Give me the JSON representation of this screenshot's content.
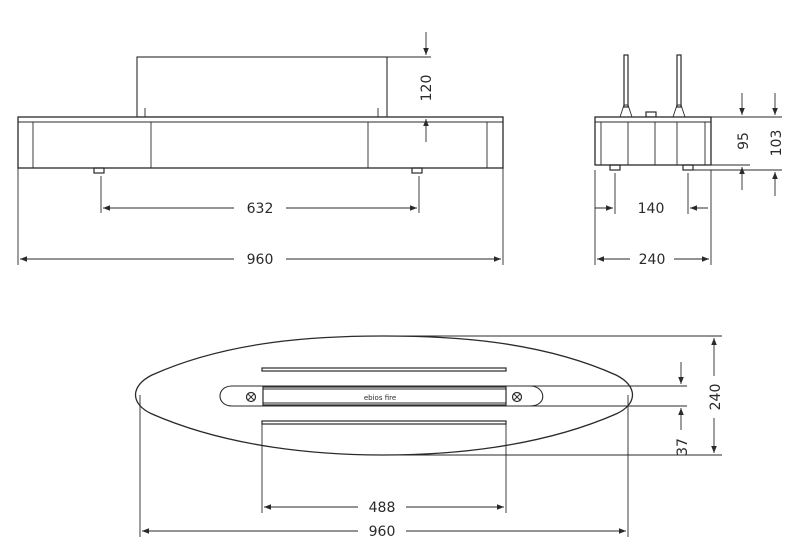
{
  "brand_label": "ebios fire",
  "front_view": {
    "dims": {
      "width": "960",
      "foot_spacing": "632",
      "glass_height": "120"
    }
  },
  "side_view": {
    "dims": {
      "width": "240",
      "foot_spacing": "140",
      "height_a": "95",
      "height_b": "103"
    }
  },
  "top_view": {
    "dims": {
      "length": "960",
      "burner_length": "488",
      "depth": "240",
      "burner_width": "37"
    }
  }
}
